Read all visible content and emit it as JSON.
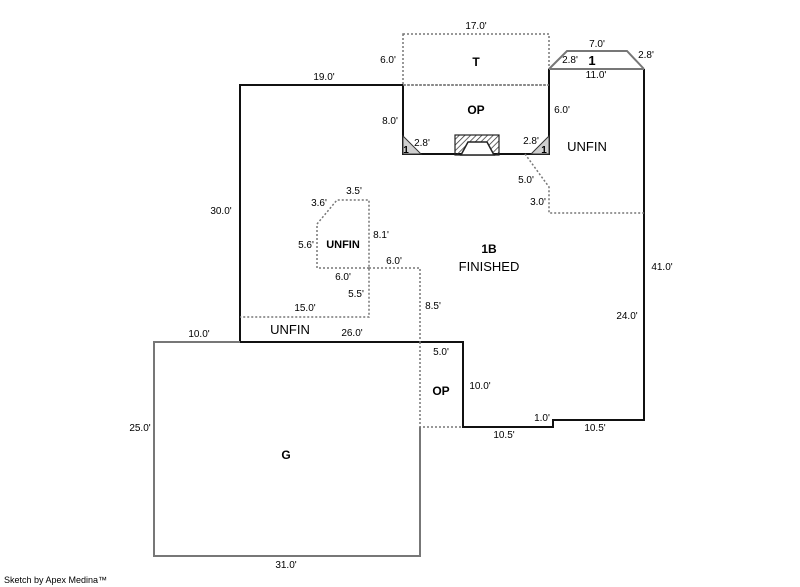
{
  "sketch": {
    "areas": {
      "terrace": "T",
      "open_porch_top": "OP",
      "unfin_right": "UNFIN",
      "unfin_inner": "UNFIN",
      "main_line1": "1B",
      "main_line2": "FINISHED",
      "unfin_bottom": "UNFIN",
      "open_porch_bottom": "OP",
      "garage": "G"
    },
    "markers": {
      "bay_top": "1",
      "op_left_corner": "1",
      "op_right_corner": "1"
    },
    "dimensions": {
      "terrace_top": "17.0'",
      "terrace_left": "6.0'",
      "bay_top": "7.0'",
      "bay_left_angle": "2.8'",
      "bay_right_angle": "2.8'",
      "bay_base": "11.0'",
      "main_top": "19.0'",
      "op_left": "8.0'",
      "op_right": "6.0'",
      "op_corner_left": "2.8'",
      "op_corner_right": "2.8'",
      "diag_5": "5.0'",
      "step_3": "3.0'",
      "main_left": "30.0'",
      "inner_top": "3.5'",
      "inner_angle": "3.6'",
      "inner_left": "5.6'",
      "inner_right": "8.1'",
      "inner_bottom": "6.0'",
      "step_6": "6.0'",
      "step_5_5": "5.5'",
      "step_8_5": "8.5'",
      "unfin_top": "15.0'",
      "right_41": "41.0'",
      "right_24": "24.0'",
      "garage_top_left": "10.0'",
      "main_bottom": "26.0'",
      "op_bottom_top": "5.0'",
      "op_bottom_right": "10.0'",
      "jog": "1.0'",
      "bottom_left_105": "10.5'",
      "bottom_right_105": "10.5'",
      "garage_left": "25.0'",
      "garage_bottom": "31.0'"
    },
    "credit": "Sketch by Apex Medina™"
  }
}
